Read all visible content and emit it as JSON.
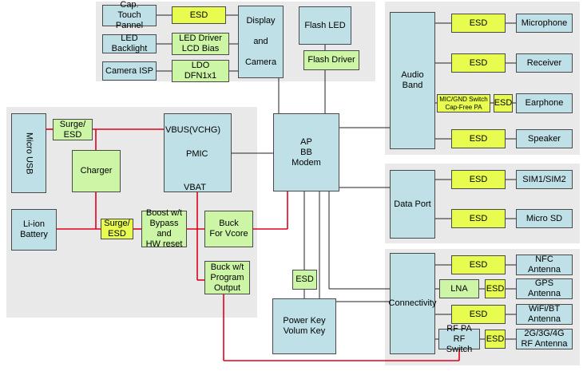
{
  "blocks": {
    "cap_touch": "Cap.\nTouch Pannel",
    "esd_touch": "ESD",
    "led_backlight": "LED Backlight",
    "led_driver": "LED Driver\nLCD Bias",
    "camera_isp": "Camera ISP",
    "ldo": "LDO\nDFN1x1",
    "display_camera": "Display\n\nand\n\nCamera",
    "flash_led": "Flash LED",
    "flash_driver": "Flash Driver",
    "micro_usb": "Micro USB",
    "surge_esd_usb": "Surge/\nESD",
    "charger": "Charger",
    "pmic_vbus": "VBUS(VCHG)",
    "pmic": "PMIC",
    "pmic_vbat": "VBAT",
    "li_ion": "Li-ion\nBattery",
    "surge_esd_bat": "Surge/\nESD",
    "boost": "Boost w/t\nBypass and\nHW reset",
    "buck_vcore": "Buck\nFor Vcore",
    "buck_prog": "Buck w/t\nProgram\nOutput",
    "ap": "AP\nBB\nModem",
    "esd_power": "ESD",
    "power_key": "Power Key\nVolum Key",
    "audio_band": "Audio\nBand",
    "esd_mic": "ESD",
    "microphone": "Microphone",
    "esd_receiver": "ESD",
    "receiver": "Receiver",
    "mic_gnd": "MIC/GND Switch\nCap-Free PA",
    "esd_earphone": "ESD",
    "earphone": "Earphone",
    "esd_speaker": "ESD",
    "speaker": "Speaker",
    "data_port": "Data Port",
    "esd_sim": "ESD",
    "sim": "SIM1/SIM2",
    "esd_sd": "ESD",
    "micro_sd": "Micro SD",
    "connectivity": "Connectivity",
    "esd_nfc": "ESD",
    "nfc": "NFC\nAntenna",
    "lna": "LNA",
    "esd_gps": "ESD",
    "gps": "GPS\nAntenna",
    "esd_wifi": "ESD",
    "wifi": "WiFi/BT\nAntenna",
    "rf_pa": "RF PA\nRF Switch",
    "esd_rf": "ESD",
    "rf_antenna": "2G/3G/4G\nRF Antenna"
  },
  "colors": {
    "group_bg": "#e9e9e9",
    "block_blue": "#bfe0e6",
    "esd_yellow": "#e8fb4f",
    "block_green": "#ccf5a6",
    "power_wire": "#e0001b",
    "signal_wire": "#222222"
  }
}
